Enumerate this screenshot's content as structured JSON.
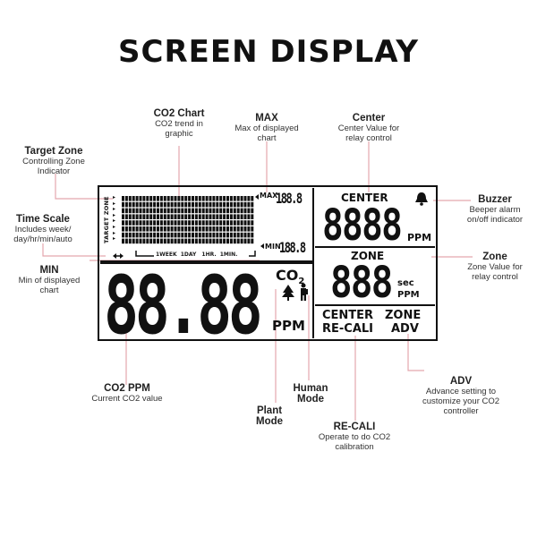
{
  "title": "SCREEN DISPLAY",
  "display": {
    "target_zone_label": "TARGET ZONE",
    "max_label": "MAX",
    "max_digits": "188.8",
    "min_label": "MIN",
    "min_digits": "188.8",
    "scale_labels": [
      "1WEEK",
      "1DAY",
      "1HR.",
      "1MIN."
    ],
    "main_digits": "88.88",
    "co2_label": "CO2",
    "ppm_label": "PPM",
    "center_label": "CENTER",
    "center_digits": "8888",
    "center_ppm": "PPM",
    "zone_label": "ZONE",
    "zone_digits": "888",
    "zone_sec": "sec",
    "zone_ppm": "PPM",
    "button_center": "CENTER",
    "button_zone": "ZONE",
    "button_recali": "RE-CALI",
    "button_adv": "ADV"
  },
  "annotations": {
    "co2_chart": {
      "title": "CO2 Chart",
      "desc": "CO2 trend in graphic"
    },
    "max": {
      "title": "MAX",
      "desc": "Max of displayed chart"
    },
    "center": {
      "title": "Center",
      "desc": "Center Value for relay control"
    },
    "target_zone": {
      "title": "Target Zone",
      "desc": "Controlling Zone Indicator"
    },
    "buzzer": {
      "title": "Buzzer",
      "desc": "Beeper alarm on/off indicator"
    },
    "time_scale": {
      "title": "Time Scale",
      "desc": "Includes week/ day/hr/min/auto"
    },
    "zone": {
      "title": "Zone",
      "desc": "Zone Value for relay control"
    },
    "min": {
      "title": "MIN",
      "desc": "Min of displayed chart"
    },
    "adv": {
      "title": "ADV",
      "desc": "Advance setting to customize your CO2 controller"
    },
    "co2_ppm": {
      "title": "CO2 PPM",
      "desc": "Current CO2 value"
    },
    "human_mode": {
      "title": "Human Mode"
    },
    "plant_mode": {
      "title": "Plant Mode"
    },
    "recali": {
      "title": "RE-CALI",
      "desc": "Operate to do CO2 calibration"
    }
  },
  "colors": {
    "leader_line": "#e4a7ae",
    "lcd": "#111111"
  },
  "icons": [
    "bell-icon",
    "tree-icon",
    "person-icon",
    "arrow-icon"
  ]
}
